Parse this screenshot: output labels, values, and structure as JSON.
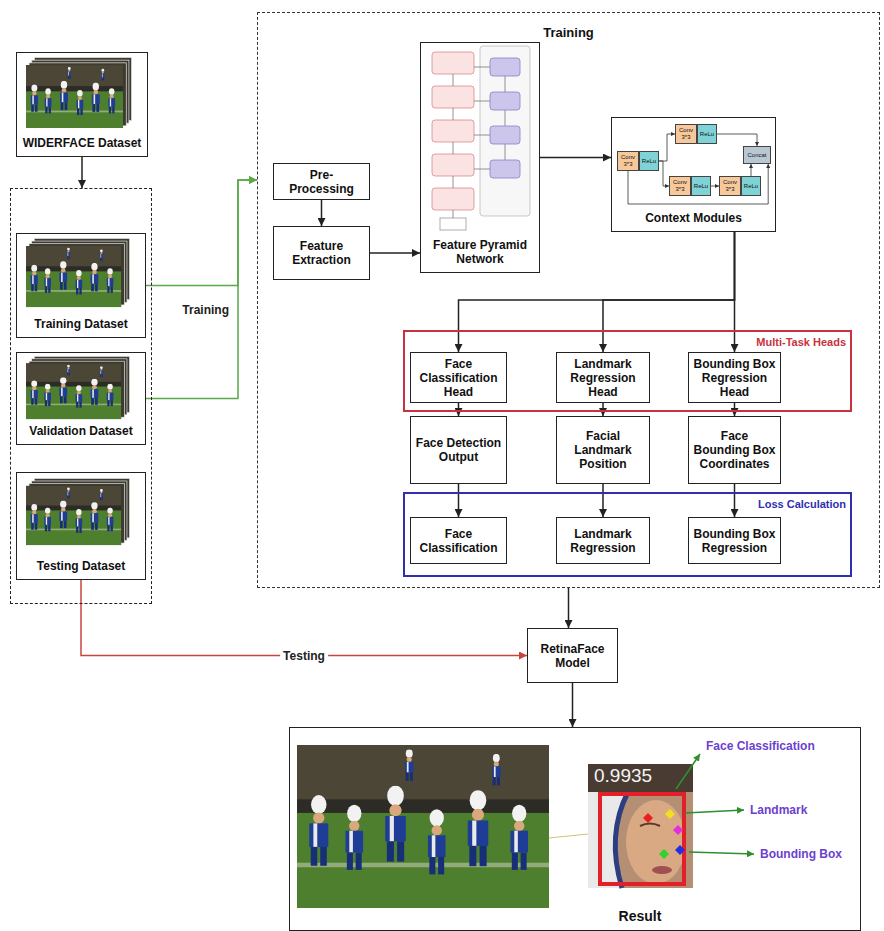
{
  "diagram": {
    "nodes": [
      {
        "text": [
          "WIDERFACE Dataset"
        ]
      },
      {
        "text": []
      },
      {
        "text": [
          "Training Dataset"
        ],
        "in": 1
      },
      {
        "text": [
          "Validation Dataset"
        ],
        "in": 1
      },
      {
        "text": [
          "Testing Dataset"
        ],
        "in": 1
      },
      {
        "text": [
          "Training"
        ]
      },
      {
        "text": [
          "Pre-Processing"
        ],
        "in": 5
      },
      {
        "text": [
          "Feature Extraction"
        ],
        "in": 5
      },
      {
        "text": [
          "Feature Pyramid Network"
        ],
        "in": 5
      },
      {
        "text": [
          "Context Modules"
        ],
        "in": 5
      },
      {
        "text": [
          "Conv 3*3"
        ],
        "in": 9
      },
      {
        "text": [
          "ReLu"
        ],
        "in": 9
      },
      {
        "text": [
          "Conv 3*3"
        ],
        "in": 9
      },
      {
        "text": [
          "ReLu"
        ],
        "in": 9
      },
      {
        "text": [
          "Conv 3*3"
        ],
        "in": 9
      },
      {
        "text": [
          "ReLu"
        ],
        "in": 9
      },
      {
        "text": [
          "Conv 3*3"
        ],
        "in": 9
      },
      {
        "text": [
          "ReLu"
        ],
        "in": 9
      },
      {
        "text": [
          "Concat"
        ],
        "in": 9
      },
      {
        "text": [
          "Multi-Task Heads"
        ],
        "in": 5
      },
      {
        "text": [
          "Face Classification Head"
        ],
        "in": 19
      },
      {
        "text": [
          "Landmark Regression Head"
        ],
        "in": 19
      },
      {
        "text": [
          "Bounding Box Regression Head"
        ],
        "in": 19
      },
      {
        "text": [
          "Face Detection Output"
        ],
        "in": 5
      },
      {
        "text": [
          "Facial Landmark Position"
        ],
        "in": 5
      },
      {
        "text": [
          "Face Bounding Box Coordinates"
        ],
        "in": 5
      },
      {
        "text": [
          "Loss Calculation"
        ],
        "in": 5
      },
      {
        "text": [
          "Face Classification"
        ],
        "in": 26
      },
      {
        "text": [
          "Landmark Regression"
        ],
        "in": 26
      },
      {
        "text": [
          "Bounding Box Regression"
        ],
        "in": 26
      },
      {
        "text": [
          "RetinaFace Model"
        ]
      },
      {
        "text": [
          "Result"
        ]
      }
    ],
    "edges": [
      {
        "from": 0,
        "to": 1,
        "arrow": "to"
      },
      {
        "from": 2,
        "to": 5,
        "arrow": "to",
        "label": "Training"
      },
      {
        "from": 3,
        "to": 5,
        "arrow": "to"
      },
      {
        "from": 6,
        "to": 7,
        "arrow": "to"
      },
      {
        "from": 7,
        "to": 8,
        "arrow": "to"
      },
      {
        "from": 8,
        "to": 9,
        "arrow": "to"
      },
      {
        "from": 9,
        "to": 20,
        "arrow": "to"
      },
      {
        "from": 9,
        "to": 21,
        "arrow": "to"
      },
      {
        "from": 9,
        "to": 22,
        "arrow": "to"
      },
      {
        "from": 20,
        "to": 23,
        "arrow": "to"
      },
      {
        "from": 21,
        "to": 24,
        "arrow": "to"
      },
      {
        "from": 22,
        "to": 25,
        "arrow": "to"
      },
      {
        "from": 23,
        "to": 27,
        "arrow": "to"
      },
      {
        "from": 24,
        "to": 28,
        "arrow": "to"
      },
      {
        "from": 25,
        "to": 29,
        "arrow": "to"
      },
      {
        "from": 5,
        "to": 30,
        "arrow": "to"
      },
      {
        "from": 4,
        "to": 30,
        "arrow": "to",
        "label": "Testing"
      },
      {
        "from": 30,
        "to": 31,
        "arrow": "to"
      },
      {
        "from": 11,
        "to": 12,
        "arrow": "to"
      },
      {
        "from": 11,
        "to": 14,
        "arrow": "to"
      },
      {
        "from": 15,
        "to": 16,
        "arrow": "to"
      },
      {
        "from": 13,
        "to": 18,
        "arrow": "to"
      },
      {
        "from": 17,
        "to": 18,
        "arrow": "to"
      },
      {
        "from": 10,
        "to": 18,
        "arrow": "to"
      }
    ],
    "labels": [
      "0.9935",
      "Face Classification",
      "Landmark",
      "Bounding Box"
    ]
  }
}
